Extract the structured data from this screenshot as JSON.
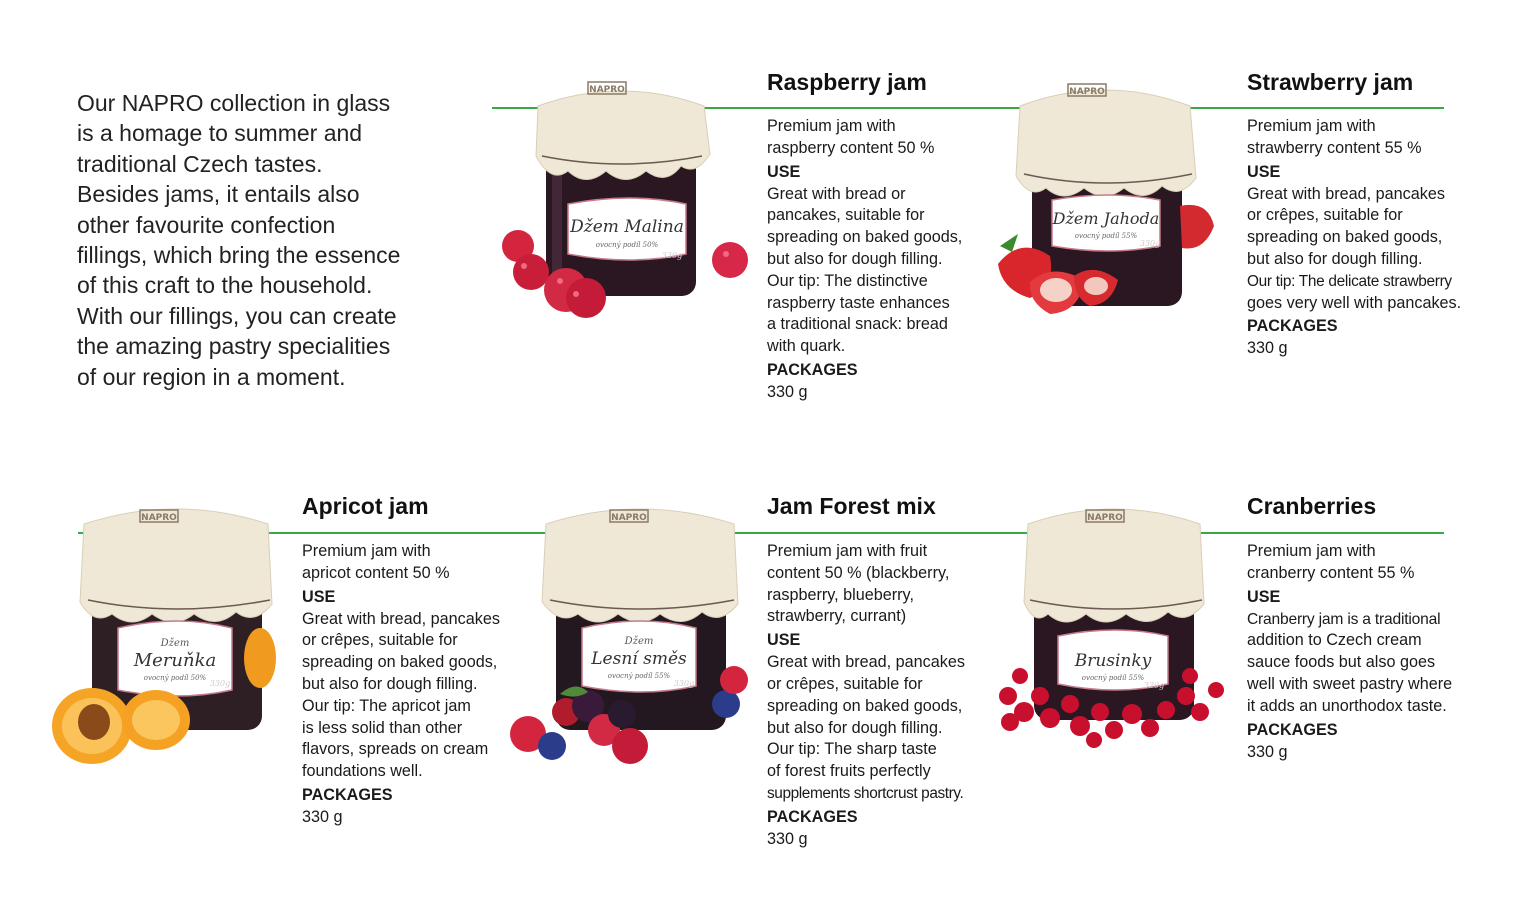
{
  "intro": {
    "lines": [
      "Our NAPRO collection in glass",
      "is a homage to summer and",
      "traditional Czech tastes.",
      "Besides jams, it entails also",
      "other favourite confection",
      "fillings, which bring the essence",
      "of this craft to the household.",
      "With our fillings, you can create",
      "the amazing pastry specialities",
      "of our region in a moment."
    ]
  },
  "colors": {
    "accent_green": "#3aa845",
    "lid_paper": "#efe8d6",
    "jar_dark": "#2a1722"
  },
  "brand_mark": "NAPRO",
  "products": [
    {
      "title": "Raspberry jam",
      "desc": [
        "Premium jam with",
        "raspberry content 50 %"
      ],
      "use_label": "USE",
      "use": [
        "Great with bread or",
        "pancakes, suitable for",
        "spreading on baked goods,",
        "but also for dough filling.",
        "Our tip: The distinctive",
        "raspberry taste enhances",
        "a traditional snack: bread",
        "with quark."
      ],
      "packages_label": "PACKAGES",
      "packages": "330 g",
      "label_name": "Džem Malina",
      "label_sub": "ovocný podíl 50%",
      "weight": "330g"
    },
    {
      "title": "Strawberry jam",
      "desc": [
        "Premium jam with",
        "strawberry content 55 %"
      ],
      "use_label": "USE",
      "use": [
        "Great with bread, pancakes",
        "or crêpes, suitable for",
        "spreading on baked goods,",
        "but also for dough filling.",
        "Our tip: The delicate strawberry",
        "goes very well with pancakes."
      ],
      "packages_label": "PACKAGES",
      "packages": "330 g",
      "label_name": "Džem Jahoda",
      "label_sub": "ovocný podíl 55%",
      "weight": "330g"
    },
    {
      "title": "Apricot jam",
      "desc": [
        "Premium jam with",
        "apricot content 50 %"
      ],
      "use_label": "USE",
      "use": [
        "Great with bread, pancakes",
        "or crêpes, suitable for",
        "spreading on baked goods,",
        "but also for dough filling.",
        "Our tip: The apricot jam",
        "is less solid than other",
        "flavors, spreads on cream",
        "foundations well."
      ],
      "packages_label": "PACKAGES",
      "packages": "330 g",
      "label_top": "Džem",
      "label_name": "Meruňka",
      "label_sub": "ovocný podíl 50%",
      "weight": "330g"
    },
    {
      "title": "Jam Forest mix",
      "desc": [
        "Premium jam with fruit",
        "content 50 % (blackberry,",
        "raspberry, blueberry,",
        "strawberry, currant)"
      ],
      "use_label": "USE",
      "use": [
        "Great with bread, pancakes",
        "or crêpes, suitable for",
        "spreading on baked goods,",
        "but also for dough filling.",
        "Our tip: The sharp taste",
        "of forest fruits perfectly",
        "supplements shortcrust pastry."
      ],
      "packages_label": "PACKAGES",
      "packages": "330 g",
      "label_top": "Džem",
      "label_name": "Lesní směs",
      "label_sub": "ovocný podíl 55%",
      "weight": "330g"
    },
    {
      "title": "Cranberries",
      "desc": [
        "Premium jam with",
        "cranberry content 55 %"
      ],
      "use_label": "USE",
      "use": [
        "Cranberry jam is a traditional",
        "addition to Czech cream",
        "sauce foods but also goes",
        "well with sweet pastry where",
        "it adds an unorthodox taste."
      ],
      "packages_label": "PACKAGES",
      "packages": "330 g",
      "label_name": "Brusinky",
      "label_sub": "ovocný podíl 55%",
      "weight": "330g"
    }
  ]
}
